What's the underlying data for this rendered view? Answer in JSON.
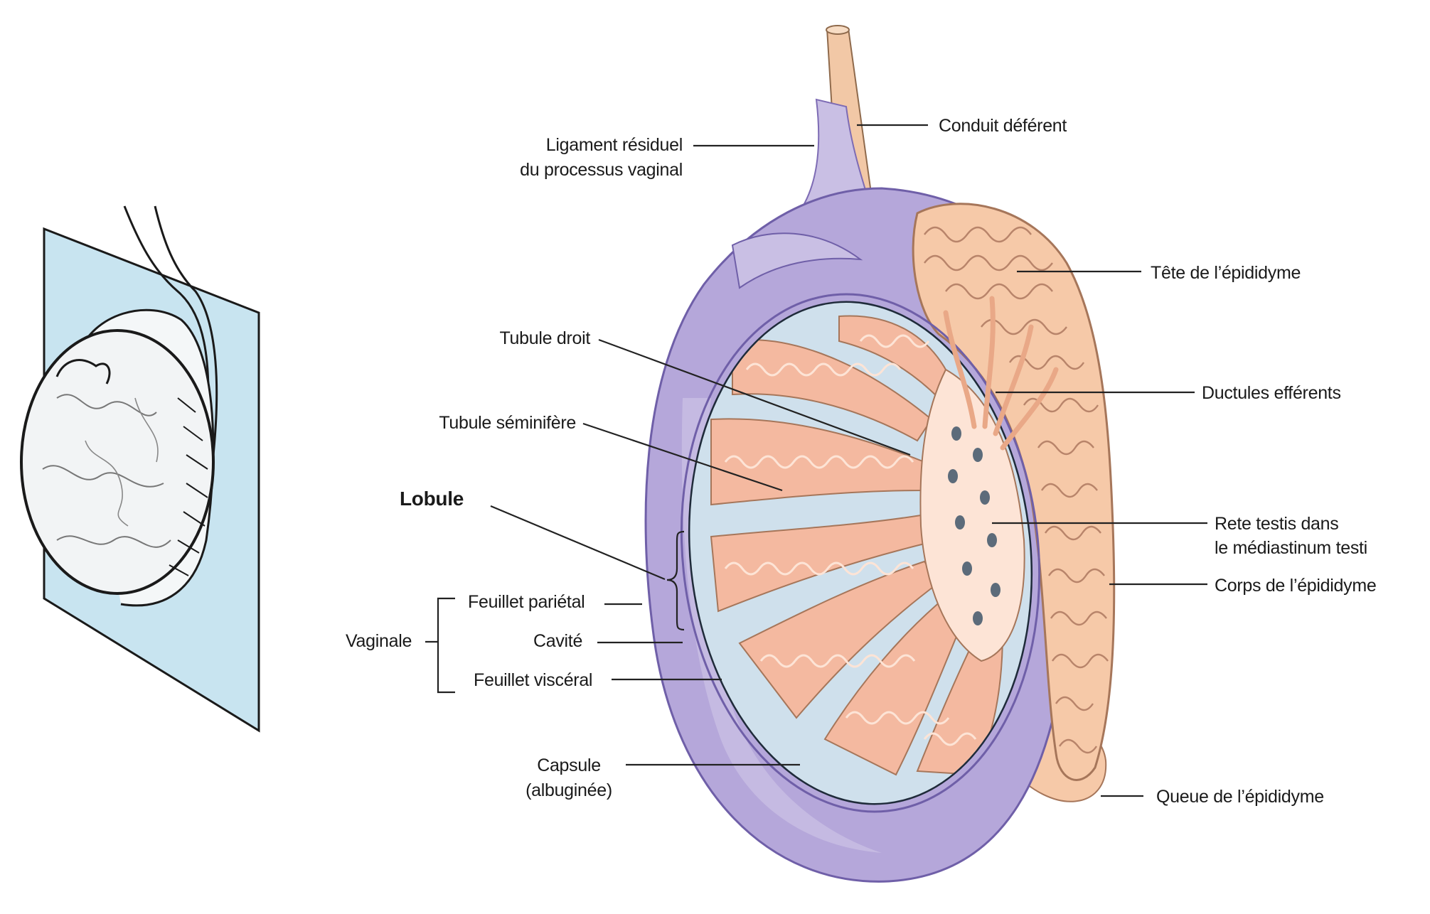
{
  "labels": {
    "conduit_deferent": "Conduit déférent",
    "ligament_line1": "Ligament résiduel",
    "ligament_line2": "du processus vaginal",
    "tete_epididyme": "Tête de l’épididyme",
    "tubule_droit": "Tubule droit",
    "ductules_efferents": "Ductules efférents",
    "tubule_seminifere": "Tubule séminifère",
    "lobule": "Lobule",
    "rete_line1": "Rete testis dans",
    "rete_line2": "le médiastinum testi",
    "corps_epididyme": "Corps de l’épididyme",
    "feuillet_parietal": "Feuillet pariétal",
    "vaginale": "Vaginale",
    "cavite": "Cavité",
    "feuillet_visceral": "Feuillet viscéral",
    "capsule_line1": "Capsule",
    "capsule_line2": "(albuginée)",
    "queue_epididyme": "Queue de l’épididyme"
  },
  "colors": {
    "tunica_purple": "#b5a7da",
    "tunica_dark": "#7d6bb4",
    "capsule_blue": "#cfe0ec",
    "tubule_pink": "#f4b9a0",
    "tubule_light": "#fde4d6",
    "plane_blue": "#c8e4f0",
    "line_black": "#222222"
  }
}
